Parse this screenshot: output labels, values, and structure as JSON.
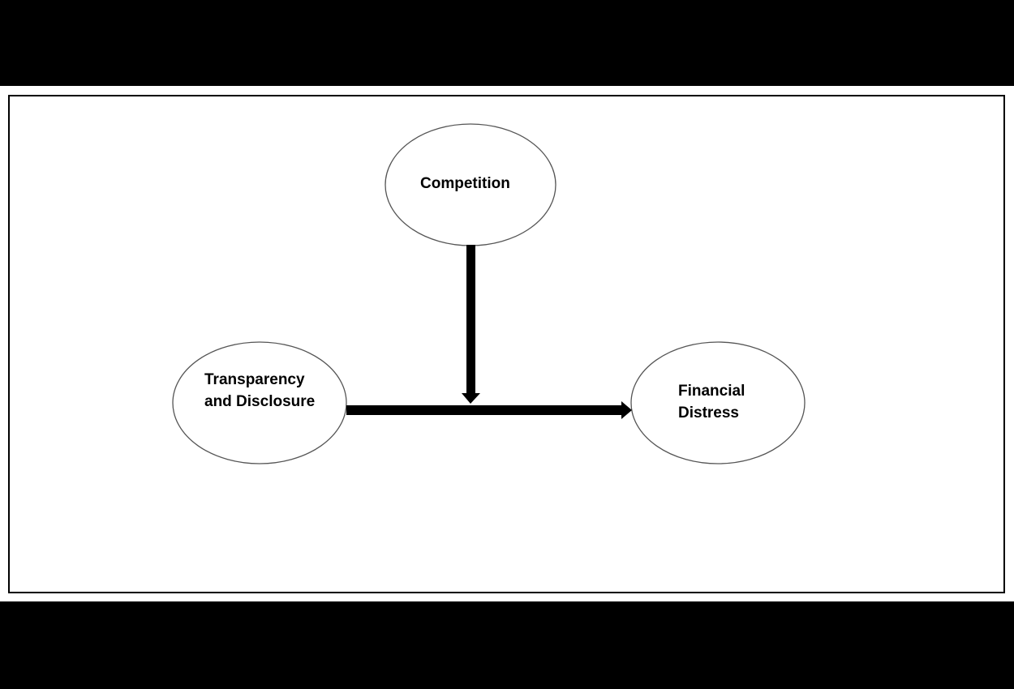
{
  "diagram": {
    "nodes": [
      {
        "id": "competition",
        "label_lines": [
          "Competition"
        ],
        "role": "moderator"
      },
      {
        "id": "transparency",
        "label_lines": [
          "Transparency",
          "and Disclosure"
        ],
        "role": "independent"
      },
      {
        "id": "distress",
        "label_lines": [
          "Financial",
          "Distress"
        ],
        "role": "dependent"
      }
    ],
    "edges": [
      {
        "from": "transparency",
        "to": "distress",
        "type": "direct-effect"
      },
      {
        "from": "competition",
        "to": "transparency-distress-edge",
        "type": "moderation"
      }
    ],
    "colors": {
      "background": "#ffffff",
      "border": "#000000",
      "arrow": "#000000",
      "ellipse_stroke": "#555555"
    }
  }
}
